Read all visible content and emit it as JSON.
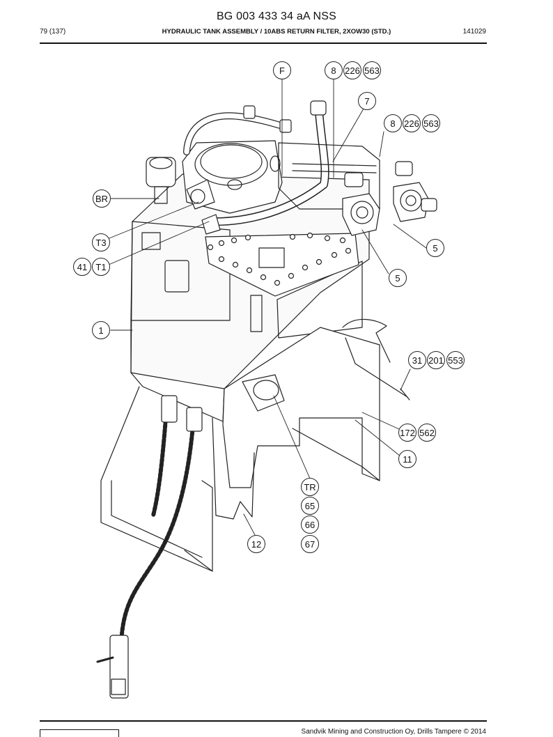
{
  "header": {
    "doc_title": "BG 003 433 34 aA NSS",
    "page_ref": "79 (137)",
    "section_title": "HYDRAULIC TANK ASSEMBLY / 10ABS RETURN FILTER, 2XOW30 (STD.)",
    "date_code": "141029"
  },
  "callouts": [
    {
      "id": "F",
      "text": "F"
    },
    {
      "id": "8a",
      "text": "8"
    },
    {
      "id": "226a",
      "text": "226"
    },
    {
      "id": "563a",
      "text": "563"
    },
    {
      "id": "7",
      "text": "7"
    },
    {
      "id": "8b",
      "text": "8"
    },
    {
      "id": "226b",
      "text": "226"
    },
    {
      "id": "563b",
      "text": "563"
    },
    {
      "id": "BR",
      "text": "BR"
    },
    {
      "id": "T3",
      "text": "T3"
    },
    {
      "id": "41",
      "text": "41"
    },
    {
      "id": "T1",
      "text": "T1"
    },
    {
      "id": "5a",
      "text": "5"
    },
    {
      "id": "5b",
      "text": "5"
    },
    {
      "id": "1",
      "text": "1"
    },
    {
      "id": "31",
      "text": "31"
    },
    {
      "id": "201",
      "text": "201"
    },
    {
      "id": "553",
      "text": "553"
    },
    {
      "id": "172",
      "text": "172"
    },
    {
      "id": "562",
      "text": "562"
    },
    {
      "id": "11",
      "text": "11"
    },
    {
      "id": "TR",
      "text": "TR"
    },
    {
      "id": "65",
      "text": "65"
    },
    {
      "id": "66",
      "text": "66"
    },
    {
      "id": "67",
      "text": "67"
    },
    {
      "id": "12",
      "text": "12"
    }
  ],
  "footer": {
    "copyright": "Sandvik Mining and Construction Oy, Drills Tampere © 2014"
  }
}
